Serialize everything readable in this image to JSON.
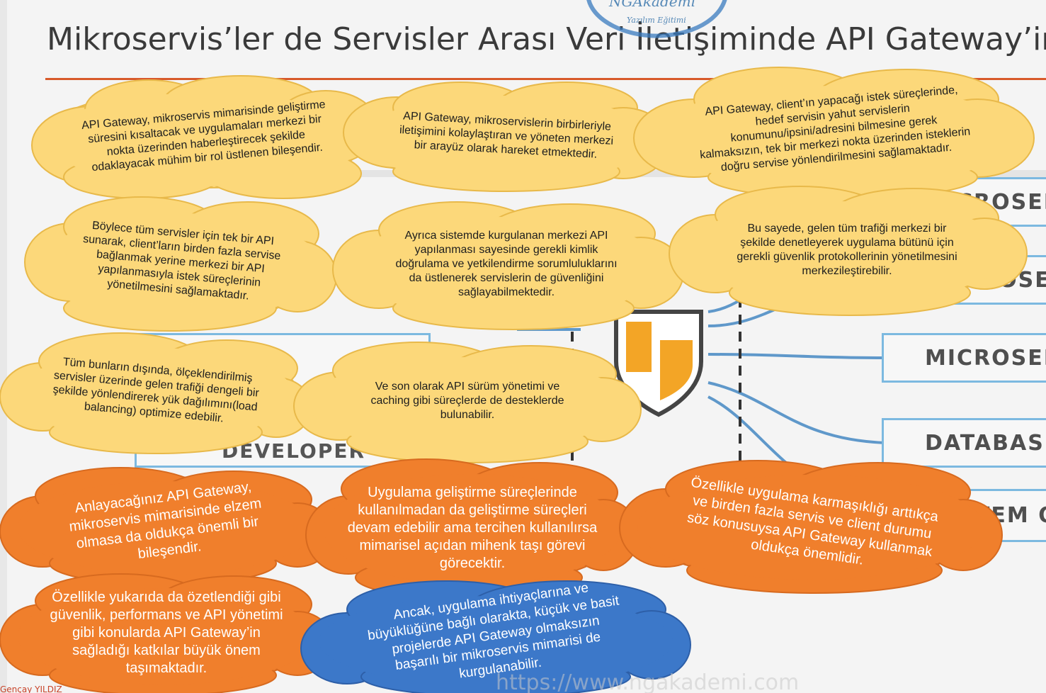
{
  "slide": {
    "title": "Mikroservis’ler de Servisler Arası Veri İletişiminde API Gateway’in Görevi",
    "logo_name": "NGAkademi",
    "logo_subtitle": "Yazılım Eğitimi",
    "watermark": "https://www.ngakademi.com",
    "author": "Gençay YILDIZ",
    "accent_color": "#d85a2a"
  },
  "background_diagram": {
    "right_labels": [
      "MICROSERVICE",
      "MICROSERVICE",
      "MICROSERVICE",
      "DATABASE",
      "SYSTEM OF RECORD"
    ],
    "left_labels": [
      "",
      "",
      "DEVELOPER"
    ]
  },
  "notes": {
    "yellow": [
      "API Gateway, mikroservis mimarisinde geliştirme süresini kısaltacak ve uygulamaları merkezi bir nokta üzerinden haberleştirecek şekilde odaklayacak mühim bir rol üstlenen bileşendir.",
      "API Gateway, mikroservislerin birbirleriyle iletişimini kolaylaştıran ve yöneten merkezi bir arayüz olarak hareket etmektedir.",
      "API Gateway, client’ın yapacağı istek süreçlerinde, hedef servisin yahut servislerin konumunu/ipsini/adresini bilmesine gerek kalmaksızın, tek bir merkezi nokta üzerinden isteklerin doğru servise yönlendirilmesini sağlamaktadır.",
      "Böylece tüm servisler için tek bir API sunarak, client’ların birden fazla servise bağlanmak yerine merkezi bir API yapılanmasıyla istek süreçlerinin yönetilmesini sağlamaktadır.",
      "Ayrıca sistemde kurgulanan merkezi API yapılanması sayesinde gerekli kimlik doğrulama ve yetkilendirme sorumluluklarını da üstlenerek servislerin de güvenliğini sağlayabilmektedir.",
      "Bu sayede, gelen tüm trafiği merkezi bir şekilde denetleyerek uygulama bütünü için gerekli güvenlik protokollerinin yönetilmesini merkezileştirebilir.",
      "Tüm bunların dışında, ölçeklendirilmiş servisler üzerinde gelen trafiği dengeli bir şekilde yönlendirerek yük dağılımını(load balancing) optimize edebilir.",
      "Ve son olarak API sürüm yönetimi ve caching gibi süreçlerde de desteklerde bulunabilir."
    ],
    "orange": [
      "Anlayacağınız API Gateway, mikroservis mimarisinde elzem olmasa da oldukça önemli bir bileşendir.",
      "Uygulama geliştirme süreçlerinde kullanılmadan da geliştirme süreçleri devam edebilir ama tercihen kullanılırsa mimarisel açıdan mihenk taşı görevi görecektir.",
      "Özellikle uygulama karmaşıklığı arttıkça ve birden fazla servis ve client durumu söz konusuysa API Gateway kullanmak oldukça önemlidir.",
      "Özellikle yukarıda da özetlendiği gibi güvenlik, performans ve API yönetimi gibi konularda API Gateway’in sağladığı katkılar büyük önem taşımaktadır."
    ],
    "blue": [
      "Ancak, uygulama ihtiyaçlarına ve büyüklüğüne bağlı olarakta, küçük ve basit projelerde API Gateway olmaksızın başarılı bir mikroservis mimarisi de kurgulanabilir."
    ]
  },
  "colors": {
    "yellow_fill": "#fcd87a",
    "yellow_stroke": "#e8b94a",
    "orange_fill": "#f07f2c",
    "orange_stroke": "#d76a1f",
    "blue_fill": "#3c78c9",
    "blue_stroke": "#2d5fa8"
  }
}
